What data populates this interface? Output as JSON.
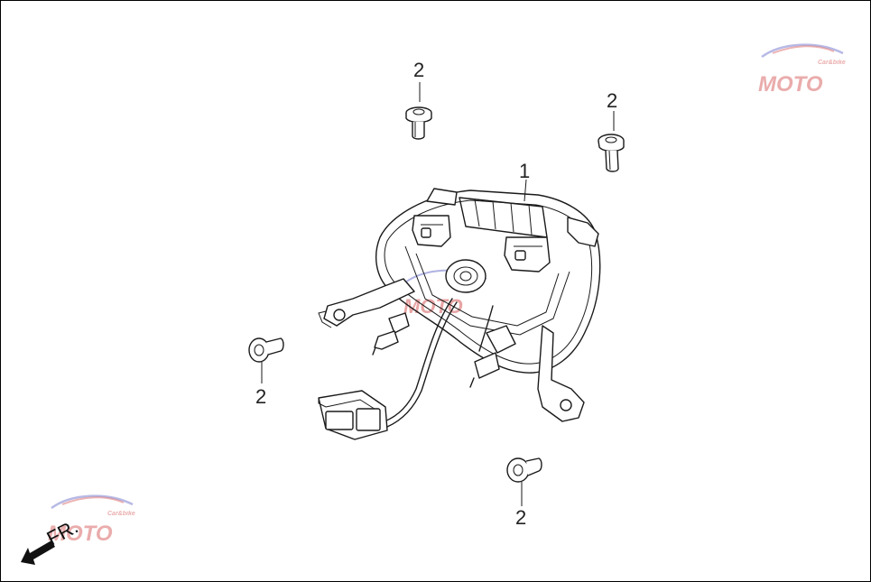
{
  "callouts": [
    {
      "id": "headlight",
      "label": "1"
    },
    {
      "id": "screw-top-left",
      "label": "2"
    },
    {
      "id": "screw-top-right",
      "label": "2"
    },
    {
      "id": "screw-left",
      "label": "2"
    },
    {
      "id": "screw-bottom",
      "label": "2"
    }
  ],
  "direction_indicator": {
    "label": "FR."
  },
  "watermark": {
    "brand": "MOTO",
    "subtext": "Car&bike",
    "accent_colors": [
      "#d96a6a",
      "#7b7fd0"
    ]
  },
  "colors": {
    "line": "#1a1a1a",
    "background": "#ffffff"
  }
}
